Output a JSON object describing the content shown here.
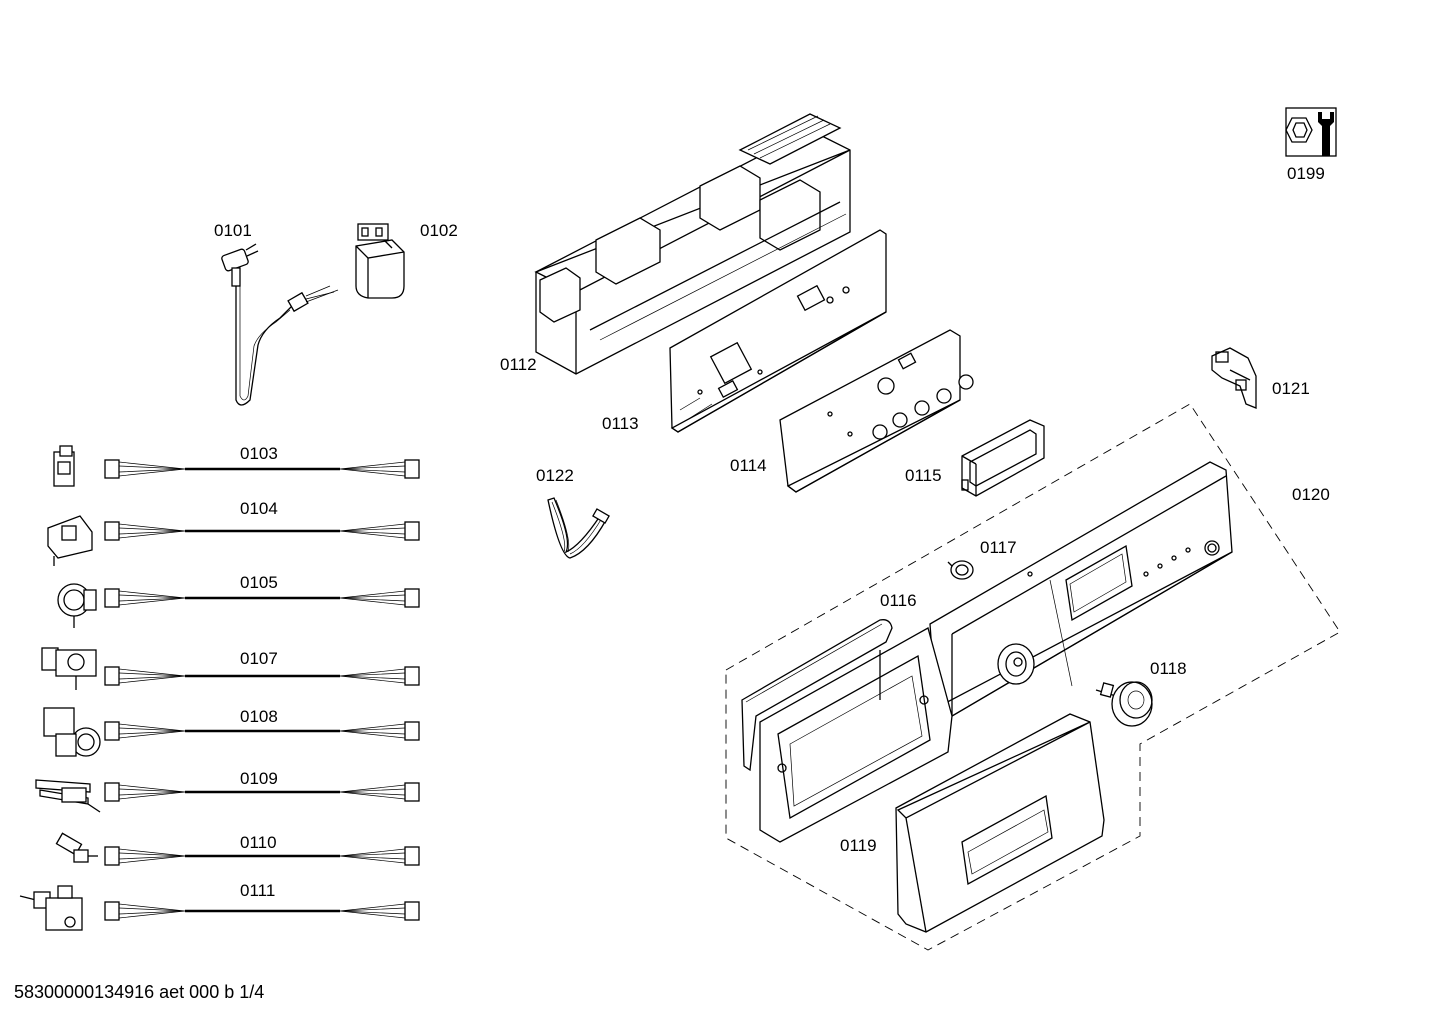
{
  "document_code": "58300000134916 aet 000 b 1/4",
  "parts": [
    {
      "id": "0101"
    },
    {
      "id": "0102"
    },
    {
      "id": "0103"
    },
    {
      "id": "0104"
    },
    {
      "id": "0105"
    },
    {
      "id": "0107"
    },
    {
      "id": "0108"
    },
    {
      "id": "0109"
    },
    {
      "id": "0110"
    },
    {
      "id": "0111"
    },
    {
      "id": "0112"
    },
    {
      "id": "0113"
    },
    {
      "id": "0114"
    },
    {
      "id": "0115"
    },
    {
      "id": "0116"
    },
    {
      "id": "0117"
    },
    {
      "id": "0118"
    },
    {
      "id": "0119"
    },
    {
      "id": "0120"
    },
    {
      "id": "0121"
    },
    {
      "id": "0122"
    },
    {
      "id": "0199"
    }
  ],
  "icons": {
    "service_tool": "wrench-nut-icon"
  }
}
